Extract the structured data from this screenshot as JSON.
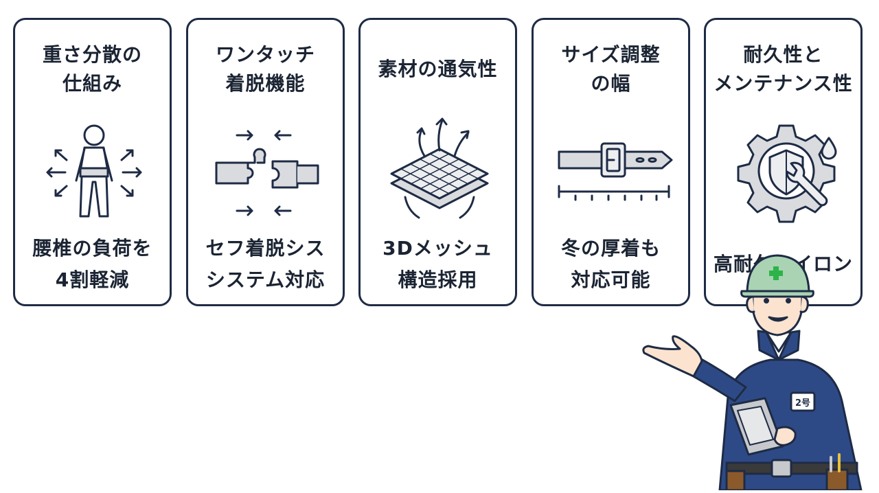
{
  "cards": [
    {
      "title": "重さ分散の\n仕組み",
      "icon": "person-weight-distribution-icon",
      "description": "腰椎の負荷を\n4割軽減"
    },
    {
      "title": "ワンタッチ\n着脱機能",
      "icon": "puzzle-buckle-icon",
      "description": "セフ着脱シス\nシステム対応"
    },
    {
      "title": "素材の通気性",
      "icon": "breathable-mesh-icon",
      "description": "3Dメッシュ\n構造採用"
    },
    {
      "title": "サイズ調整\nの幅",
      "icon": "belt-ruler-icon",
      "description": "冬の厚着も\n対応可能"
    },
    {
      "title": "耐久性と\nメンテナンス性",
      "icon": "gear-shield-wrench-icon",
      "description": "高耐久ナイロン"
    }
  ],
  "worker": {
    "badge_text": "2号",
    "icon": "construction-worker-illustration"
  },
  "colors": {
    "outline": "#1e2b45",
    "icon_fill": "#d9dbde",
    "helmet": "#a9d3b3",
    "uniform": "#2e4a86",
    "cross": "#2db34a"
  }
}
